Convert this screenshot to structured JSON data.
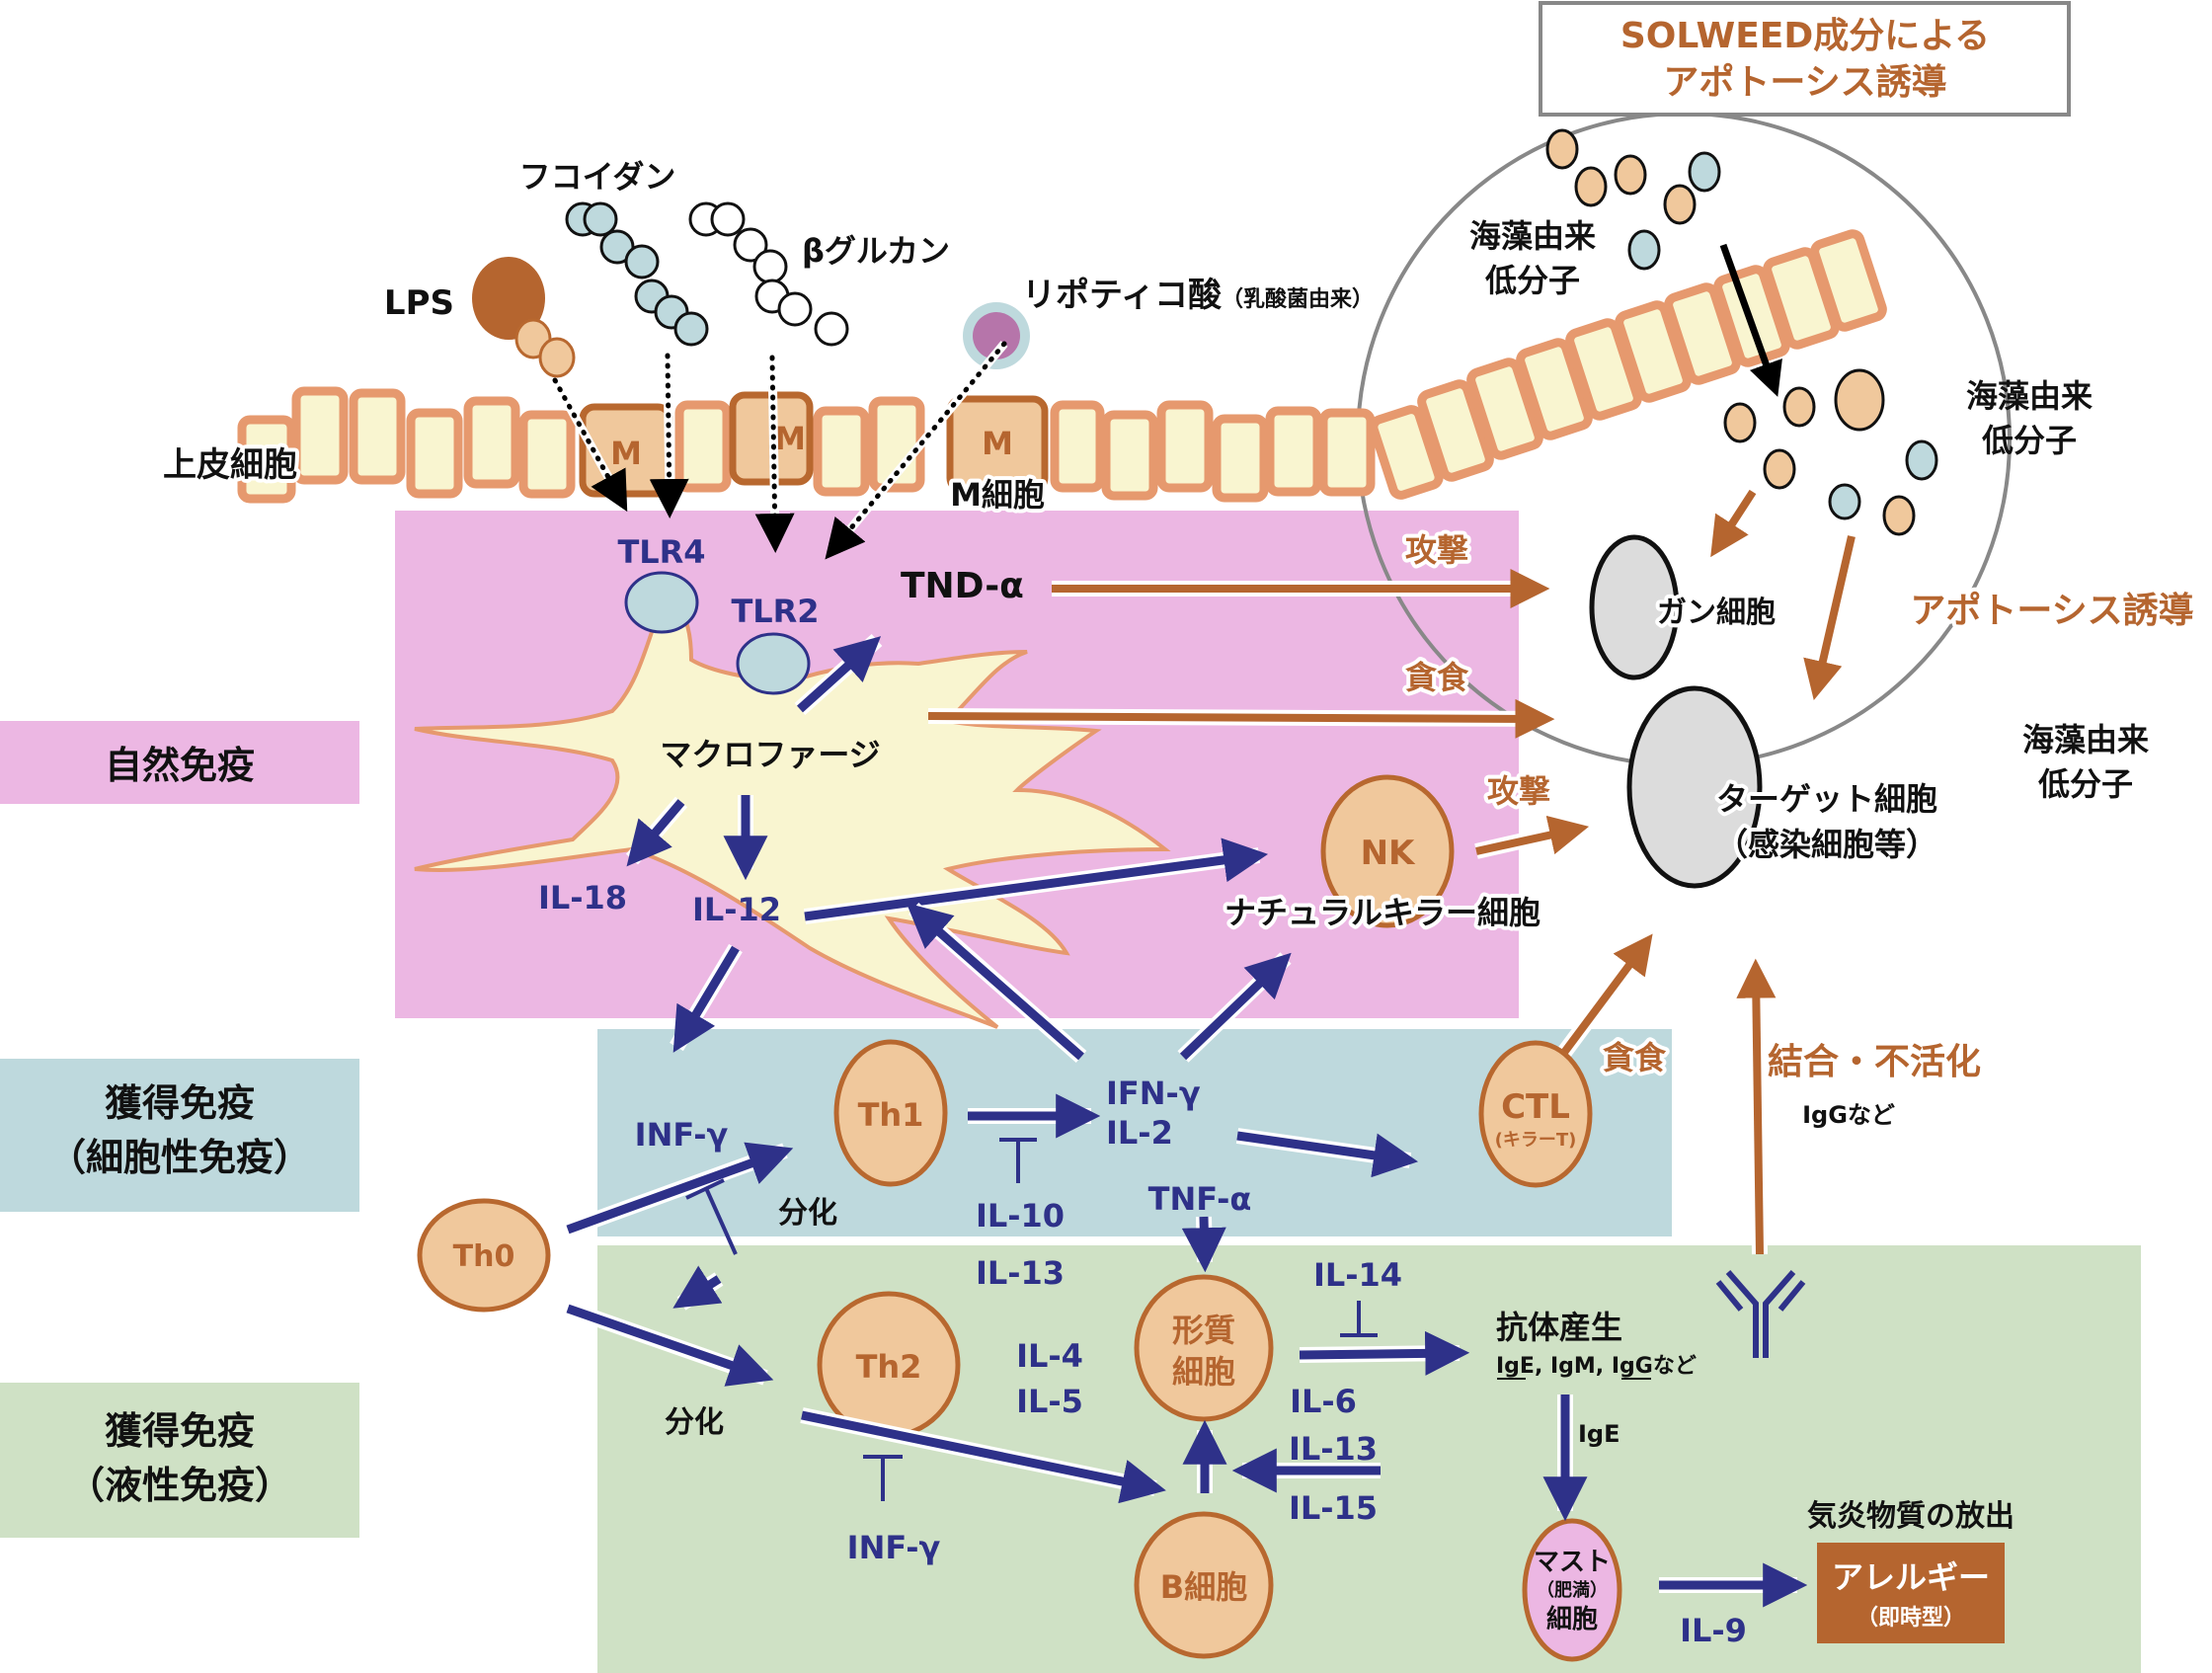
{
  "title_box": {
    "line1": "SOLWEED成分による",
    "line2": "アポトーシス誘導"
  },
  "side_labels": {
    "innate": "自然免疫",
    "cellular_1": "獲得免疫",
    "cellular_2": "（細胞性免疫）",
    "humoral_1": "獲得免疫",
    "humoral_2": "（液性免疫）"
  },
  "colors": {
    "innate_band": "#ecb7e3",
    "cellular_band": "#bed9dd",
    "humoral_band": "#cfe1c5",
    "cytokine_text": "#2e3189",
    "effect_text": "#b5652f",
    "cell_fill": "#f0c89c",
    "allergy_box": "#b5652f"
  },
  "ligands": {
    "lps": "LPS",
    "fucoidan": "フコイダン",
    "beta_glucan": "βグルカン",
    "lipoteichoic": "リポティコ酸",
    "lipoteichoic_note": "（乳酸菌由来）"
  },
  "epithelium": {
    "label": "上皮細胞",
    "m_letter": "M",
    "m_cell_label": "M細胞"
  },
  "receptors": {
    "tlr4": "TLR4",
    "tlr2": "TLR2"
  },
  "macrophage": {
    "label": "マクロファージ",
    "il18": "IL-18",
    "il12": "IL-12"
  },
  "innate_effects": {
    "tnd_alpha": "TND-α",
    "attack_1": "攻撃",
    "phago_1": "貪食",
    "attack_2": "攻撃"
  },
  "nk": {
    "letter": "NK",
    "label": "ナチュラルキラー細胞"
  },
  "seaweed": {
    "mol_label_1a": "海藻由来",
    "mol_label_1b": "低分子",
    "mol_label_2a": "海藻由来",
    "mol_label_2b": "低分子",
    "mol_label_3a": "海藻由来",
    "mol_label_3b": "低分子",
    "apoptosis": "アポトーシス誘導"
  },
  "targets": {
    "cancer": "ガン細胞",
    "target_1": "ターゲット細胞",
    "target_2": "（感染細胞等）"
  },
  "cellular": {
    "th1": "Th1",
    "inf_gamma": "INF-γ",
    "ifn_gamma": "IFN-γ",
    "il2": "IL-2",
    "ctl": "CTL",
    "ctl_sub": "(キラーT)",
    "phago": "貪食",
    "tnf_alpha": "TNF-α",
    "il10": "IL-10",
    "diff_1": "分化"
  },
  "th0": "Th0",
  "humoral": {
    "th2": "Th2",
    "diff_2": "分化",
    "il13_top": "IL-13",
    "il4": "IL-4",
    "il5": "IL-5",
    "inf_gamma_2": "INF-γ",
    "plasma_1": "形質",
    "plasma_2": "細胞",
    "b_cell": "B細胞",
    "il14": "IL-14",
    "il6": "IL-6",
    "il13": "IL-13",
    "il15": "IL-15",
    "antibody": "抗体産生",
    "antibody_types": "IgE, IgM, IgGなど",
    "ige": "IgE",
    "mast_1": "マスト",
    "mast_2": "（肥満）",
    "mast_3": "細胞",
    "il9": "IL-9",
    "release": "気炎物質の放出",
    "allergy": "アレルギー",
    "allergy_sub": "（即時型）"
  },
  "binding": {
    "label": "結合・不活化",
    "note": "IgGなど"
  }
}
